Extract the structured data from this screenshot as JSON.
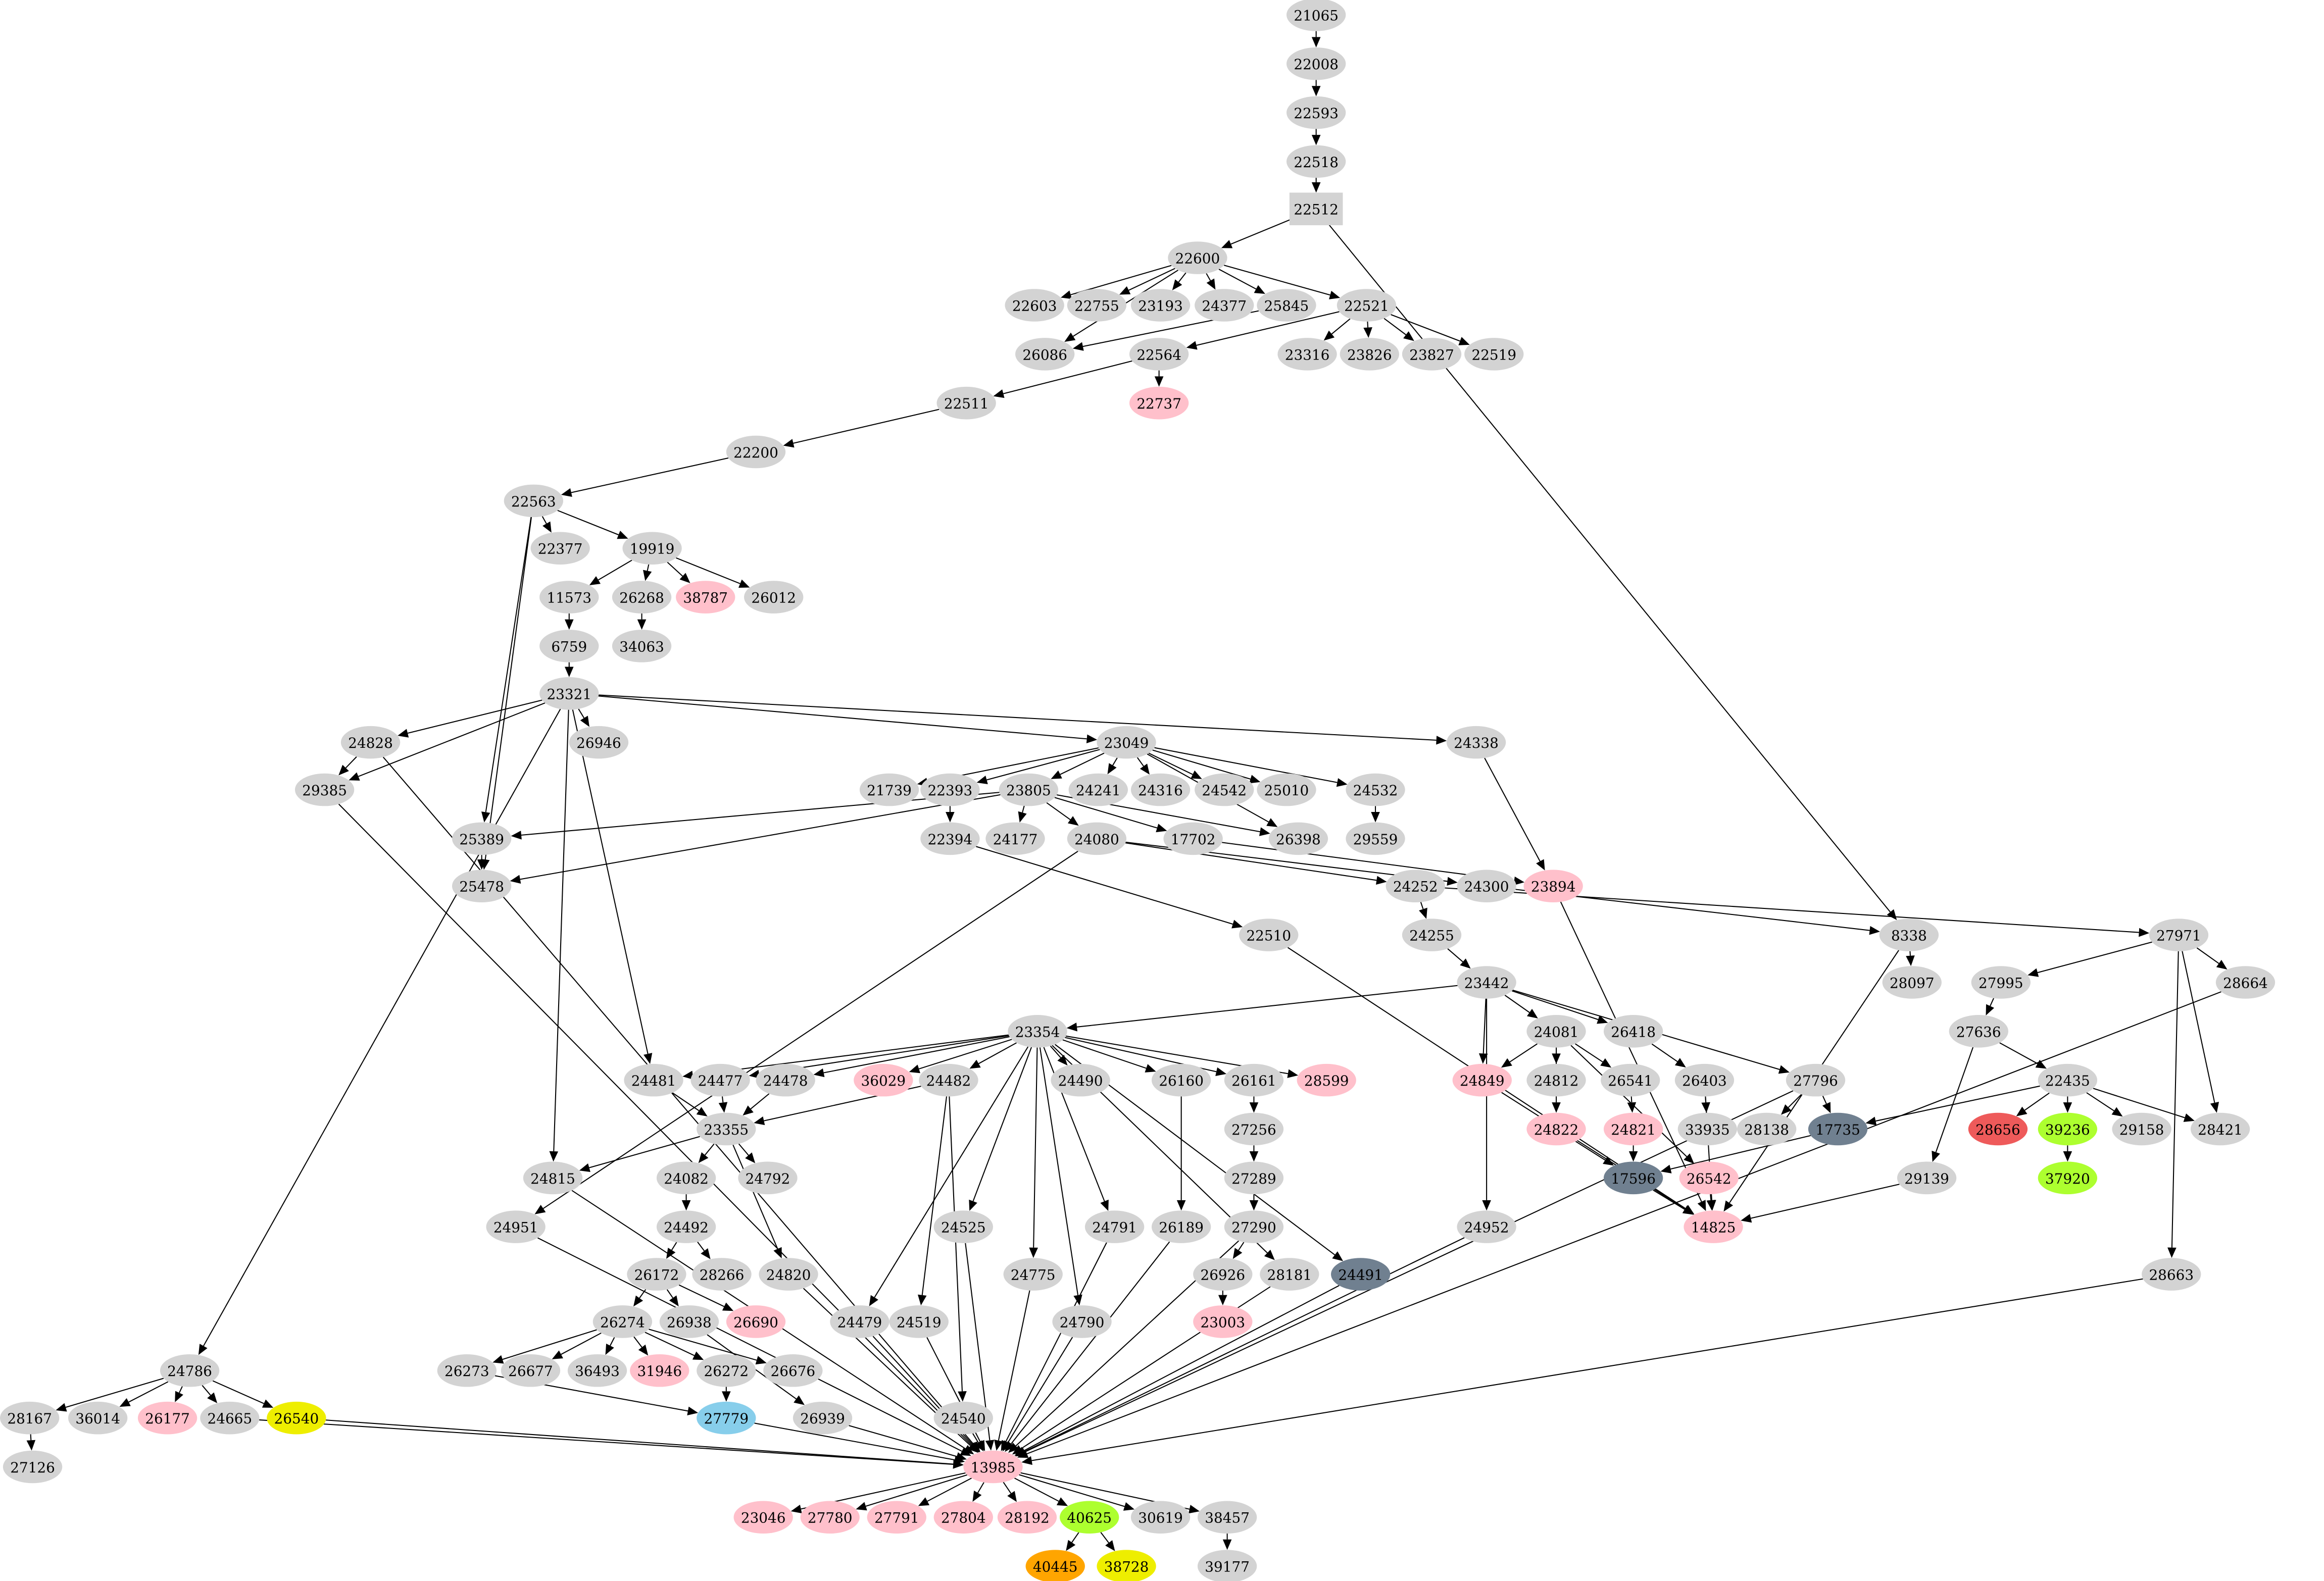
{
  "palette": {
    "gray": "#d3d3d3",
    "pink": "#ffc0cb",
    "slate": "#708090",
    "skyblue": "#87ceeb",
    "yellow": "#eeee00",
    "greenyellow": "#adff2f",
    "orange": "#ffa500",
    "red": "#ee5a5a"
  },
  "nodes": [
    {
      "id": "21065",
      "color": "gray"
    },
    {
      "id": "22008",
      "color": "gray"
    },
    {
      "id": "22593",
      "color": "gray"
    },
    {
      "id": "22518",
      "color": "gray"
    },
    {
      "id": "22512",
      "color": "gray",
      "shape": "box"
    },
    {
      "id": "22600",
      "color": "gray"
    },
    {
      "id": "22603",
      "color": "gray"
    },
    {
      "id": "22755",
      "color": "gray"
    },
    {
      "id": "23193",
      "color": "gray"
    },
    {
      "id": "24377",
      "color": "gray"
    },
    {
      "id": "25845",
      "color": "gray"
    },
    {
      "id": "22521",
      "color": "gray"
    },
    {
      "id": "26086",
      "color": "gray"
    },
    {
      "id": "22564",
      "color": "gray"
    },
    {
      "id": "23316",
      "color": "gray"
    },
    {
      "id": "23826",
      "color": "gray"
    },
    {
      "id": "23827",
      "color": "gray"
    },
    {
      "id": "22519",
      "color": "gray"
    },
    {
      "id": "22511",
      "color": "gray"
    },
    {
      "id": "22737",
      "color": "pink"
    },
    {
      "id": "22200",
      "color": "gray"
    },
    {
      "id": "22563",
      "color": "gray"
    },
    {
      "id": "22377",
      "color": "gray"
    },
    {
      "id": "19919",
      "color": "gray"
    },
    {
      "id": "11573",
      "color": "gray"
    },
    {
      "id": "26268",
      "color": "gray"
    },
    {
      "id": "38787",
      "color": "pink"
    },
    {
      "id": "26012",
      "color": "gray"
    },
    {
      "id": "6759",
      "color": "gray"
    },
    {
      "id": "34063",
      "color": "gray"
    },
    {
      "id": "23321",
      "color": "gray"
    },
    {
      "id": "24828",
      "color": "gray"
    },
    {
      "id": "26946",
      "color": "gray"
    },
    {
      "id": "23049",
      "color": "gray"
    },
    {
      "id": "24338",
      "color": "gray"
    },
    {
      "id": "29385",
      "color": "gray"
    },
    {
      "id": "21739",
      "color": "gray"
    },
    {
      "id": "22393",
      "color": "gray"
    },
    {
      "id": "23805",
      "color": "gray"
    },
    {
      "id": "24241",
      "color": "gray"
    },
    {
      "id": "24316",
      "color": "gray"
    },
    {
      "id": "24542",
      "color": "gray"
    },
    {
      "id": "25010",
      "color": "gray"
    },
    {
      "id": "24532",
      "color": "gray"
    },
    {
      "id": "25389",
      "color": "gray"
    },
    {
      "id": "22394",
      "color": "gray"
    },
    {
      "id": "24177",
      "color": "gray"
    },
    {
      "id": "24080",
      "color": "gray"
    },
    {
      "id": "17702",
      "color": "gray"
    },
    {
      "id": "26398",
      "color": "gray"
    },
    {
      "id": "29559",
      "color": "gray"
    },
    {
      "id": "25478",
      "color": "gray"
    },
    {
      "id": "24252",
      "color": "gray"
    },
    {
      "id": "24300",
      "color": "gray"
    },
    {
      "id": "23894",
      "color": "pink"
    },
    {
      "id": "24255",
      "color": "gray"
    },
    {
      "id": "22510",
      "color": "gray"
    },
    {
      "id": "8338",
      "color": "gray"
    },
    {
      "id": "27971",
      "color": "gray"
    },
    {
      "id": "23442",
      "color": "gray"
    },
    {
      "id": "28097",
      "color": "gray"
    },
    {
      "id": "27995",
      "color": "gray"
    },
    {
      "id": "28664",
      "color": "gray"
    },
    {
      "id": "23354",
      "color": "gray"
    },
    {
      "id": "24081",
      "color": "gray"
    },
    {
      "id": "26418",
      "color": "gray"
    },
    {
      "id": "27636",
      "color": "gray"
    },
    {
      "id": "24481",
      "color": "gray"
    },
    {
      "id": "24477",
      "color": "gray"
    },
    {
      "id": "24478",
      "color": "gray"
    },
    {
      "id": "36029",
      "color": "pink"
    },
    {
      "id": "24482",
      "color": "gray"
    },
    {
      "id": "24490",
      "color": "gray"
    },
    {
      "id": "26160",
      "color": "gray"
    },
    {
      "id": "26161",
      "color": "gray"
    },
    {
      "id": "28599",
      "color": "pink"
    },
    {
      "id": "24849",
      "color": "pink"
    },
    {
      "id": "24812",
      "color": "gray"
    },
    {
      "id": "26541",
      "color": "gray"
    },
    {
      "id": "26403",
      "color": "gray"
    },
    {
      "id": "27796",
      "color": "gray"
    },
    {
      "id": "22435",
      "color": "gray"
    },
    {
      "id": "23355",
      "color": "gray"
    },
    {
      "id": "27256",
      "color": "gray"
    },
    {
      "id": "24822",
      "color": "pink"
    },
    {
      "id": "24821",
      "color": "pink"
    },
    {
      "id": "33935",
      "color": "gray"
    },
    {
      "id": "28138",
      "color": "gray"
    },
    {
      "id": "17735",
      "color": "slate"
    },
    {
      "id": "28656",
      "color": "red"
    },
    {
      "id": "39236",
      "color": "greenyellow"
    },
    {
      "id": "29158",
      "color": "gray"
    },
    {
      "id": "28421",
      "color": "gray"
    },
    {
      "id": "24815",
      "color": "gray"
    },
    {
      "id": "24082",
      "color": "gray"
    },
    {
      "id": "24792",
      "color": "gray"
    },
    {
      "id": "27289",
      "color": "gray"
    },
    {
      "id": "17596",
      "color": "slate"
    },
    {
      "id": "26542",
      "color": "pink"
    },
    {
      "id": "29139",
      "color": "gray"
    },
    {
      "id": "37920",
      "color": "greenyellow"
    },
    {
      "id": "24951",
      "color": "gray"
    },
    {
      "id": "24492",
      "color": "gray"
    },
    {
      "id": "24525",
      "color": "gray"
    },
    {
      "id": "24791",
      "color": "gray"
    },
    {
      "id": "26189",
      "color": "gray"
    },
    {
      "id": "27290",
      "color": "gray"
    },
    {
      "id": "24952",
      "color": "gray"
    },
    {
      "id": "14825",
      "color": "pink"
    },
    {
      "id": "26172",
      "color": "gray"
    },
    {
      "id": "28266",
      "color": "gray"
    },
    {
      "id": "24820",
      "color": "gray"
    },
    {
      "id": "24775",
      "color": "gray"
    },
    {
      "id": "26926",
      "color": "gray"
    },
    {
      "id": "28181",
      "color": "gray"
    },
    {
      "id": "24491",
      "color": "slate"
    },
    {
      "id": "28663",
      "color": "gray"
    },
    {
      "id": "26274",
      "color": "gray"
    },
    {
      "id": "26938",
      "color": "gray"
    },
    {
      "id": "26690",
      "color": "pink"
    },
    {
      "id": "24479",
      "color": "gray"
    },
    {
      "id": "24519",
      "color": "gray"
    },
    {
      "id": "24790",
      "color": "gray"
    },
    {
      "id": "23003",
      "color": "pink"
    },
    {
      "id": "24786",
      "color": "gray"
    },
    {
      "id": "26273",
      "color": "gray"
    },
    {
      "id": "26677",
      "color": "gray"
    },
    {
      "id": "36493",
      "color": "gray"
    },
    {
      "id": "31946",
      "color": "pink"
    },
    {
      "id": "26272",
      "color": "gray"
    },
    {
      "id": "26676",
      "color": "gray"
    },
    {
      "id": "28167",
      "color": "gray"
    },
    {
      "id": "36014",
      "color": "gray"
    },
    {
      "id": "26177",
      "color": "pink"
    },
    {
      "id": "24665",
      "color": "gray"
    },
    {
      "id": "26540",
      "color": "yellow"
    },
    {
      "id": "27779",
      "color": "skyblue"
    },
    {
      "id": "26939",
      "color": "gray"
    },
    {
      "id": "24540",
      "color": "gray"
    },
    {
      "id": "27126",
      "color": "gray"
    },
    {
      "id": "13985",
      "color": "pink"
    },
    {
      "id": "23046",
      "color": "pink"
    },
    {
      "id": "27780",
      "color": "pink"
    },
    {
      "id": "27791",
      "color": "pink"
    },
    {
      "id": "27804",
      "color": "pink"
    },
    {
      "id": "28192",
      "color": "pink"
    },
    {
      "id": "40625",
      "color": "greenyellow"
    },
    {
      "id": "30619",
      "color": "gray"
    },
    {
      "id": "38457",
      "color": "gray"
    },
    {
      "id": "40445",
      "color": "orange"
    },
    {
      "id": "38728",
      "color": "yellow"
    },
    {
      "id": "39177",
      "color": "gray"
    }
  ],
  "edges": [
    [
      "21065",
      "22008"
    ],
    [
      "22008",
      "22593"
    ],
    [
      "22593",
      "22518"
    ],
    [
      "22518",
      "22512"
    ],
    [
      "22512",
      "22600"
    ],
    [
      "22512",
      "8338"
    ],
    [
      "22600",
      "22603"
    ],
    [
      "22600",
      "22755"
    ],
    [
      "22600",
      "23193"
    ],
    [
      "22600",
      "24377"
    ],
    [
      "22600",
      "25845"
    ],
    [
      "22600",
      "22521"
    ],
    [
      "22600",
      "26086"
    ],
    [
      "25845",
      "26086"
    ],
    [
      "22521",
      "22564"
    ],
    [
      "22521",
      "23316"
    ],
    [
      "22521",
      "23826"
    ],
    [
      "22521",
      "23827"
    ],
    [
      "22521",
      "22519"
    ],
    [
      "22564",
      "22737"
    ],
    [
      "22564",
      "22511"
    ],
    [
      "22511",
      "22200"
    ],
    [
      "22200",
      "22563"
    ],
    [
      "22563",
      "22377"
    ],
    [
      "22563",
      "19919"
    ],
    [
      "22563",
      "25389"
    ],
    [
      "22563",
      "25478"
    ],
    [
      "19919",
      "11573"
    ],
    [
      "19919",
      "26268"
    ],
    [
      "19919",
      "38787"
    ],
    [
      "19919",
      "26012"
    ],
    [
      "11573",
      "6759"
    ],
    [
      "26268",
      "34063"
    ],
    [
      "6759",
      "23321"
    ],
    [
      "23321",
      "29385"
    ],
    [
      "23321",
      "24828"
    ],
    [
      "23321",
      "24786"
    ],
    [
      "23321",
      "24815"
    ],
    [
      "23321",
      "26946"
    ],
    [
      "23321",
      "24481"
    ],
    [
      "23321",
      "23049"
    ],
    [
      "23321",
      "24338"
    ],
    [
      "24828",
      "29385"
    ],
    [
      "24828",
      "13985"
    ],
    [
      "29385",
      "13985"
    ],
    [
      "23049",
      "21739"
    ],
    [
      "23049",
      "22393"
    ],
    [
      "23049",
      "23805"
    ],
    [
      "23049",
      "24241"
    ],
    [
      "23049",
      "24316"
    ],
    [
      "23049",
      "24542"
    ],
    [
      "23049",
      "25010"
    ],
    [
      "23049",
      "24532"
    ],
    [
      "23049",
      "26398"
    ],
    [
      "22393",
      "22394"
    ],
    [
      "23805",
      "25389"
    ],
    [
      "23805",
      "25478"
    ],
    [
      "23805",
      "24177"
    ],
    [
      "23805",
      "24080"
    ],
    [
      "23805",
      "17702"
    ],
    [
      "23805",
      "26398"
    ],
    [
      "24532",
      "29559"
    ],
    [
      "24338",
      "23894"
    ],
    [
      "17702",
      "23894"
    ],
    [
      "23894",
      "14825"
    ],
    [
      "24080",
      "24252"
    ],
    [
      "24080",
      "24300"
    ],
    [
      "24080",
      "24951"
    ],
    [
      "22394",
      "22510"
    ],
    [
      "22510",
      "14825"
    ],
    [
      "24252",
      "24255"
    ],
    [
      "24252",
      "27971"
    ],
    [
      "24300",
      "8338"
    ],
    [
      "25389",
      "25478"
    ],
    [
      "8338",
      "28097"
    ],
    [
      "8338",
      "14825"
    ],
    [
      "27971",
      "27995"
    ],
    [
      "27971",
      "28664"
    ],
    [
      "27971",
      "28421"
    ],
    [
      "27971",
      "28663"
    ],
    [
      "27995",
      "27636"
    ],
    [
      "27636",
      "22435"
    ],
    [
      "27636",
      "29139"
    ],
    [
      "22435",
      "17735"
    ],
    [
      "22435",
      "28656"
    ],
    [
      "22435",
      "39236"
    ],
    [
      "22435",
      "29158"
    ],
    [
      "22435",
      "28421"
    ],
    [
      "39236",
      "37920"
    ],
    [
      "17735",
      "17596"
    ],
    [
      "29139",
      "14825"
    ],
    [
      "24255",
      "23442"
    ],
    [
      "23442",
      "23354"
    ],
    [
      "23442",
      "24081"
    ],
    [
      "23442",
      "26418"
    ],
    [
      "23442",
      "27796"
    ],
    [
      "23442",
      "24849"
    ],
    [
      "23442",
      "24952"
    ],
    [
      "24081",
      "24849"
    ],
    [
      "24081",
      "24822"
    ],
    [
      "24081",
      "24812"
    ],
    [
      "24081",
      "26541"
    ],
    [
      "24081",
      "26542"
    ],
    [
      "26541",
      "24821"
    ],
    [
      "24821",
      "17596"
    ],
    [
      "24822",
      "17596"
    ],
    [
      "17596",
      "14825"
    ],
    [
      "26418",
      "26403"
    ],
    [
      "26403",
      "33935"
    ],
    [
      "26403",
      "14825"
    ],
    [
      "27796",
      "28138"
    ],
    [
      "27796",
      "17735"
    ],
    [
      "27796",
      "13985"
    ],
    [
      "24849",
      "14825"
    ],
    [
      "26542",
      "14825"
    ],
    [
      "28664",
      "13985"
    ],
    [
      "28663",
      "13985"
    ],
    [
      "24952",
      "13985"
    ],
    [
      "23354",
      "24481"
    ],
    [
      "23354",
      "24477"
    ],
    [
      "23354",
      "24478"
    ],
    [
      "23354",
      "36029"
    ],
    [
      "23354",
      "24482"
    ],
    [
      "23354",
      "24490"
    ],
    [
      "23354",
      "26160"
    ],
    [
      "23354",
      "26161"
    ],
    [
      "23354",
      "28599"
    ],
    [
      "23354",
      "24479"
    ],
    [
      "23354",
      "24525"
    ],
    [
      "23354",
      "24775"
    ],
    [
      "23354",
      "24790"
    ],
    [
      "23354",
      "24791"
    ],
    [
      "23354",
      "28181"
    ],
    [
      "23354",
      "24491"
    ],
    [
      "24481",
      "23355"
    ],
    [
      "24477",
      "23355"
    ],
    [
      "24478",
      "23355"
    ],
    [
      "24482",
      "23355"
    ],
    [
      "24482",
      "24519"
    ],
    [
      "24482",
      "24540"
    ],
    [
      "23355",
      "24815"
    ],
    [
      "23355",
      "24082"
    ],
    [
      "23355",
      "24792"
    ],
    [
      "23355",
      "24820"
    ],
    [
      "24082",
      "24492"
    ],
    [
      "24492",
      "26172"
    ],
    [
      "24492",
      "28266"
    ],
    [
      "26172",
      "26274"
    ],
    [
      "26172",
      "26938"
    ],
    [
      "26172",
      "26690"
    ],
    [
      "26274",
      "26273"
    ],
    [
      "26274",
      "26677"
    ],
    [
      "26274",
      "36493"
    ],
    [
      "26274",
      "31946"
    ],
    [
      "26274",
      "26272"
    ],
    [
      "26274",
      "26676"
    ],
    [
      "26272",
      "27779"
    ],
    [
      "26273",
      "27779"
    ],
    [
      "26938",
      "26939"
    ],
    [
      "26160",
      "26189"
    ],
    [
      "26161",
      "27256"
    ],
    [
      "27256",
      "27289"
    ],
    [
      "27289",
      "27290"
    ],
    [
      "27290",
      "26926"
    ],
    [
      "26926",
      "23003"
    ],
    [
      "27779",
      "13985"
    ],
    [
      "26939",
      "13985"
    ],
    [
      "24540",
      "13985"
    ],
    [
      "24519",
      "13985"
    ],
    [
      "24479",
      "13985"
    ],
    [
      "24820",
      "13985"
    ],
    [
      "24525",
      "13985"
    ],
    [
      "24775",
      "13985"
    ],
    [
      "24790",
      "13985"
    ],
    [
      "24791",
      "13985"
    ],
    [
      "26189",
      "13985"
    ],
    [
      "27290",
      "13985"
    ],
    [
      "28181",
      "13985"
    ],
    [
      "24491",
      "13985"
    ],
    [
      "24815",
      "13985"
    ],
    [
      "24951",
      "13985"
    ],
    [
      "24786",
      "28167"
    ],
    [
      "24786",
      "36014"
    ],
    [
      "24786",
      "26177"
    ],
    [
      "24786",
      "24665"
    ],
    [
      "24786",
      "26540"
    ],
    [
      "28167",
      "27126"
    ],
    [
      "24665",
      "13985"
    ],
    [
      "26540",
      "13985"
    ],
    [
      "13985",
      "23046"
    ],
    [
      "13985",
      "27780"
    ],
    [
      "13985",
      "27791"
    ],
    [
      "13985",
      "27804"
    ],
    [
      "13985",
      "28192"
    ],
    [
      "13985",
      "40625"
    ],
    [
      "13985",
      "30619"
    ],
    [
      "13985",
      "38457"
    ],
    [
      "40625",
      "40445"
    ],
    [
      "40625",
      "38728"
    ],
    [
      "38457",
      "39177"
    ]
  ]
}
